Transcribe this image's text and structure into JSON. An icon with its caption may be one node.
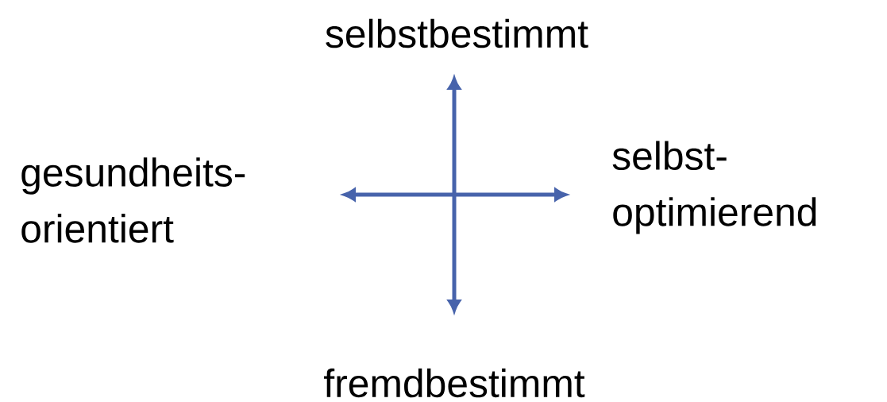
{
  "diagram": {
    "labels": [
      "selbstbestimmt",
      "gesundheits- orientiert",
      "selbst- optimierend",
      "fremdbestimmt"
    ]
  }
}
